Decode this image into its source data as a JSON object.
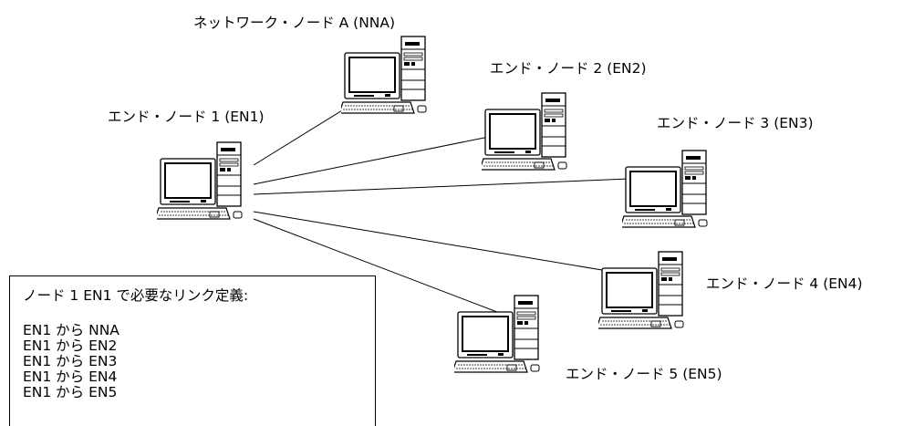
{
  "nodes": {
    "nna": {
      "label": "ネットワーク・ノード A (NNA)"
    },
    "en1": {
      "label": "エンド・ノード 1 (EN1)"
    },
    "en2": {
      "label": "エンド・ノード 2 (EN2)"
    },
    "en3": {
      "label": "エンド・ノード 3 (EN3)"
    },
    "en4": {
      "label": "エンド・ノード 4 (EN4)"
    },
    "en5": {
      "label": "エンド・ノード 5 (EN5)"
    }
  },
  "links": [
    {
      "from": "EN1",
      "to": "NNA"
    },
    {
      "from": "EN1",
      "to": "EN2"
    },
    {
      "from": "EN1",
      "to": "EN3"
    },
    {
      "from": "EN1",
      "to": "EN4"
    },
    {
      "from": "EN1",
      "to": "EN5"
    }
  ],
  "info_box": {
    "title": "ノード 1 EN1 で必要なリンク定義:",
    "items": [
      "EN1 から NNA",
      "EN1 から EN2",
      "EN1 から EN3",
      "EN1 から EN4",
      "EN1 から EN5"
    ]
  }
}
